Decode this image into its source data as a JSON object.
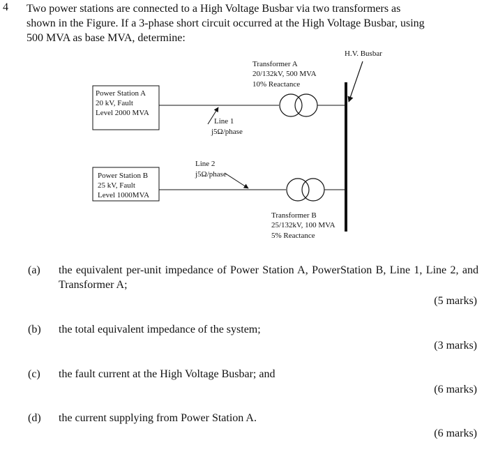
{
  "question": {
    "number": "4",
    "intro_lines": [
      "Two power stations are connected to a High Voltage Busbar via two transformers as",
      "shown in the Figure. If a 3-phase short circuit occurred at the High Voltage Busbar, using"
    ],
    "intro_last_line": "500 MVA as base MVA, determine:"
  },
  "figure": {
    "busbar_label": "H.V. Busbar",
    "station_a": {
      "lines": [
        "Power Station A",
        "20 kV, Fault",
        "Level 2000 MVA"
      ]
    },
    "station_b": {
      "lines": [
        "Power Station B",
        "25 kV, Fault",
        "Level 1000MVA"
      ]
    },
    "transformer_a": {
      "lines": [
        "Transformer A",
        "20/132kV, 500 MVA",
        "10% Reactance"
      ]
    },
    "transformer_b": {
      "lines": [
        "Transformer B",
        "25/132kV, 100 MVA",
        "5% Reactance"
      ]
    },
    "line1": {
      "lines": [
        "Line 1",
        "j5Ω/phase"
      ]
    },
    "line2": {
      "lines": [
        "Line 2",
        "j5Ω/phase"
      ]
    }
  },
  "parts": [
    {
      "label": "(a)",
      "text": "the equivalent per-unit impedance of Power Station A, PowerStation B, Line 1, Line 2, and Transformer A;",
      "marks": "(5 marks)"
    },
    {
      "label": "(b)",
      "text": "the total equivalent impedance of the system;",
      "marks": "(3 marks)"
    },
    {
      "label": "(c)",
      "text": "the fault current at the High Voltage Busbar; and",
      "marks": "(6 marks)"
    },
    {
      "label": "(d)",
      "text": "the current supplying from Power Station A.",
      "marks": "(6 marks)"
    }
  ]
}
